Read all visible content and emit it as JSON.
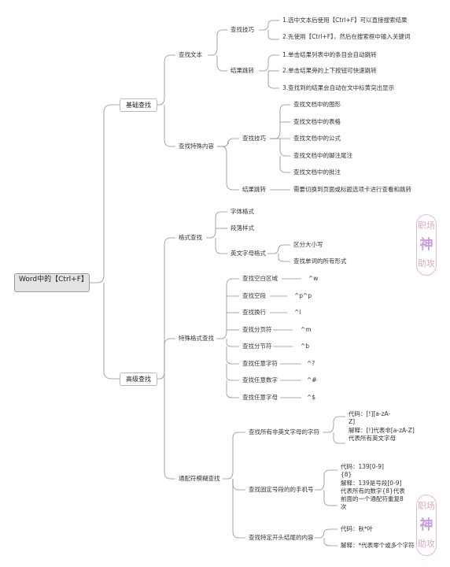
{
  "root": "Word中的【Ctrl+F】",
  "basic": {
    "label": "基础查找",
    "find_text": {
      "label": "查找文本",
      "tips": {
        "label": "查找技巧",
        "items": [
          "1.选中文本后使用【Ctrl+F】可以直接搜索结果",
          "2.先使用【Ctrl+F】，然后在搜索框中输入关键词"
        ]
      },
      "jump": {
        "label": "结果跳转",
        "items": [
          "1.单击结果列表中的条目会自动跳转",
          "2.单击结果旁的上下按钮可快速跳转",
          "3.查找到的结果会自动在文中标黄突出显示"
        ]
      }
    },
    "find_special": {
      "label": "查找特殊内容",
      "tips": {
        "label": "查找技巧",
        "items": [
          "查找文档中的图形",
          "查找文档中的表格",
          "查找文档中的公式",
          "查找文档中的脚注尾注",
          "查找文档中的批注"
        ]
      },
      "jump": {
        "label": "结果跳转",
        "item": "需要切换到页面或标题选项卡进行查看和跳转"
      }
    }
  },
  "advanced": {
    "label": "高级查找",
    "format": {
      "label": "格式查找",
      "items": [
        "字体格式",
        "段落样式"
      ],
      "letter": {
        "label": "英文字母格式",
        "items": [
          "区分大小写",
          "查找单词的所有形式"
        ]
      }
    },
    "special": {
      "label": "特殊格式查找",
      "rows": [
        {
          "label": "查找空白区域",
          "code": "^w"
        },
        {
          "label": "查找空段",
          "code": "^p^p"
        },
        {
          "label": "查找换行",
          "code": "^l"
        },
        {
          "label": "查找分页符",
          "code": "^m"
        },
        {
          "label": "查找分节符",
          "code": "^b"
        },
        {
          "label": "查找任意字符",
          "code": "^?"
        },
        {
          "label": "查找任意数字",
          "code": "^#"
        },
        {
          "label": "查找任意字母",
          "code": "^$"
        }
      ]
    },
    "wildcard": {
      "label": "通配符模糊查找",
      "non_english": {
        "label": "查找所有非英文字母的字符",
        "code": "代码：[!][a-zA-Z]",
        "explain": "解释：[!]代表非[a-zA-Z]代表所有英文字母"
      },
      "phone": {
        "label": "查找固定号段的的手机号",
        "code": "代码：139[0-9]{8}",
        "explain": "解释：139是号段[0-9]代表所有的数字{8}代表前面的一个通配符重复8次"
      },
      "prefix": {
        "label": "查找特定开头结尾的内容",
        "code": "代码：秋*叶",
        "explain": "解释：*代表零个或多个字符"
      }
    }
  },
  "watermark": [
    "职场",
    "神",
    "助攻"
  ],
  "colors": {
    "line": "#8a8a8a",
    "root_bg": "#e4e4e4",
    "stamp_border": "#e9b8cf",
    "stamp_text": "#c79fd9"
  }
}
